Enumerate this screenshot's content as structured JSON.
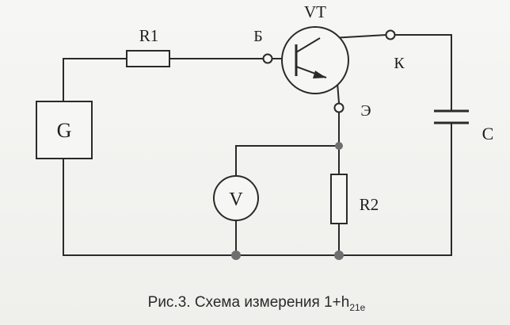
{
  "labels": {
    "transistor": "VT",
    "r1": "R1",
    "r2": "R2",
    "generator": "G",
    "voltmeter": "V",
    "capacitor": "C",
    "base": "Б",
    "collector": "К",
    "emitter": "Э"
  },
  "caption": {
    "text": "Рис.3. Схема измерения 1+h",
    "subscript": "21е"
  },
  "colors": {
    "ink": "#2a2a2a",
    "node": "#6e6e6e",
    "paper": "#f4f4f2"
  }
}
